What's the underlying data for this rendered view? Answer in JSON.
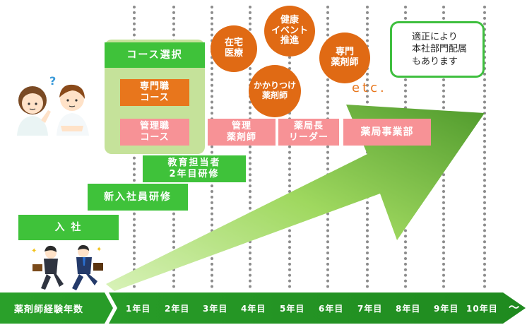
{
  "course_select": "コース選択",
  "specialist_course": "専門職\nコース",
  "manager_course": "管理職\nコース",
  "education_training": "教育担当者\n2年目研修",
  "new_employee_training": "新入社員研修",
  "joining": "入 社",
  "manager_pharmacist": "管理\n薬剤師",
  "pharmacy_leader": "薬局長\nリーダー",
  "pharmacy_division": "薬局事業部",
  "home_care": "在宅\n医療",
  "health_event": "健康\nイベント\n推進",
  "family_pharmacist": "かかりつけ\n薬剤師",
  "specialist_pharmacist": "専門\n薬剤師",
  "etc": "etc.",
  "note": "適正により\n本社部門配属\nもあります",
  "axis_label": "薬剤師経験年数",
  "years": [
    "1年目",
    "2年目",
    "3年目",
    "4年目",
    "5年目",
    "6年目",
    "7年目",
    "8年目",
    "9年目",
    "10年目"
  ],
  "tilde": "〜",
  "colors": {
    "green": "#3fc23a",
    "orange": "#e8761c",
    "pink": "#f79296",
    "panel": "#c5e29a",
    "axis": "#2a9a2a"
  },
  "icons": [
    "question-mark-icon",
    "thinking-people-illustration",
    "running-businesspeople-illustration"
  ]
}
